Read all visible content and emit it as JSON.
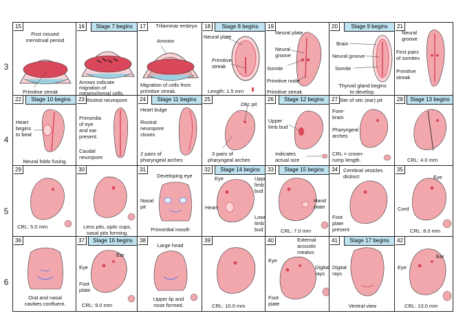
{
  "weeks": [
    "3",
    "4",
    "5",
    "6"
  ],
  "cells": {
    "c15": {
      "num": "15",
      "lines": [
        "First missed",
        "menstrual period",
        "Primitive streak"
      ]
    },
    "c16": {
      "num": "16",
      "stage": "Stage 7 begins",
      "lines": [
        "Arrows indicate",
        "migration of",
        "mesenchymal cells."
      ]
    },
    "c17": {
      "num": "17",
      "lines": [
        "Trilaminar embryo",
        "Amnion",
        "Migration of cells from",
        "primitive streak."
      ]
    },
    "c18": {
      "num": "18",
      "stage": "Stage 8 begins",
      "lines": [
        "Neural plate",
        "Primitive",
        "streak",
        "Length: 1.5 mm"
      ]
    },
    "c19": {
      "num": "19",
      "lines": [
        "Neural plate",
        "Neural",
        "groove",
        "Somite",
        "Primitive node",
        "Primitive streak"
      ]
    },
    "c20": {
      "num": "20",
      "stage": "Stage 9 begins",
      "lines": [
        "Brain",
        "Neural groove",
        "Somite",
        "Thyroid gland begins",
        "to develop."
      ]
    },
    "c21": {
      "num": "21",
      "lines": [
        "Neural",
        "groove",
        "First pairs",
        "of somites",
        "Primitive",
        "streak"
      ]
    },
    "c22": {
      "num": "22",
      "stage": "Stage 10 begins",
      "lines": [
        "Heart",
        "begins",
        "to beat",
        "Neural folds fusing."
      ]
    },
    "c23": {
      "num": "23",
      "lines": [
        "Rostral neuropore",
        "Primordia",
        "of eye",
        "and ear",
        "present.",
        "Caudal",
        "neuropore"
      ]
    },
    "c24": {
      "num": "24",
      "stage": "Stage 11 begins",
      "lines": [
        "Heart bulge",
        "Rostral",
        "neuropore",
        "closes",
        "2 pairs of",
        "pharyngeal arches"
      ]
    },
    "c25": {
      "num": "25",
      "lines": [
        "Otic pit",
        "3 pairs of",
        "pharyngeal arches"
      ]
    },
    "c26": {
      "num": "26",
      "stage": "Stage 12 begins",
      "lines": [
        "Upper",
        "limb bud",
        "Indicates",
        "actual size"
      ]
    },
    "c27": {
      "num": "27",
      "lines": [
        "Site of otic (ear) pit",
        "Fore-",
        "brain",
        "Pharyngeal",
        "arches",
        "CRL = crown-",
        "rump length."
      ]
    },
    "c28": {
      "num": "28",
      "stage": "Stage 13 begins",
      "lines": [
        "CRL: 4.0 mm"
      ]
    },
    "c29": {
      "num": "29",
      "lines": [
        "CRL: 5.0 mm"
      ]
    },
    "c30": {
      "num": "30",
      "lines": [
        "Lens pits, optic cups,",
        "nasal pits forming."
      ]
    },
    "c31": {
      "num": "31",
      "lines": [
        "Developing eye",
        "Nasal",
        "pit",
        "Primordial mouth"
      ]
    },
    "c32": {
      "num": "32",
      "stage": "Stage 14 begins",
      "lines": [
        "Eye",
        "Upper",
        "limb",
        "bud",
        "Heart",
        "Lower",
        "limb",
        "bud"
      ]
    },
    "c33": {
      "num": "33",
      "stage": "Stage 15 begins",
      "lines": [
        "Hand",
        "plate",
        "CRL: 7.0 mm"
      ]
    },
    "c34": {
      "num": "34",
      "lines": [
        "Cerebral vesicles",
        "distinct",
        "Foot",
        "plate",
        "present"
      ]
    },
    "c35": {
      "num": "35",
      "lines": [
        "Eye",
        "Cord",
        "CRL: 8.0 mm"
      ]
    },
    "c36": {
      "num": "36",
      "lines": [
        "Oral and nasal",
        "cavities confluent."
      ]
    },
    "c37": {
      "num": "37",
      "stage": "Stage 16 begins",
      "lines": [
        "Ear",
        "Eye",
        "Foot",
        "plate",
        "CRL: 9.0 mm"
      ]
    },
    "c38": {
      "num": "38",
      "lines": [
        "Large head",
        "Upper lip and",
        "nose formed."
      ]
    },
    "c39": {
      "num": "39",
      "lines": [
        "CRL: 10.0 mm"
      ]
    },
    "c40": {
      "num": "40",
      "lines": [
        "External",
        "acoustic",
        "meatus",
        "Eye",
        "Digital",
        "rays",
        "Foot",
        "plate"
      ]
    },
    "c41": {
      "num": "41",
      "stage": "Stage 17 begins",
      "lines": [
        "Digital",
        "rays",
        "Ventral view"
      ]
    },
    "c42": {
      "num": "42",
      "lines": [
        "Ear",
        "Eye",
        "CRL: 13.0 mm"
      ]
    }
  },
  "colors": {
    "stage_bg": "#bfe3f1",
    "tissue": "#f2a7ad",
    "tissue_dark": "#d9475a",
    "tissue_light": "#f9d3d6",
    "yolk": "#9ecfe0"
  }
}
